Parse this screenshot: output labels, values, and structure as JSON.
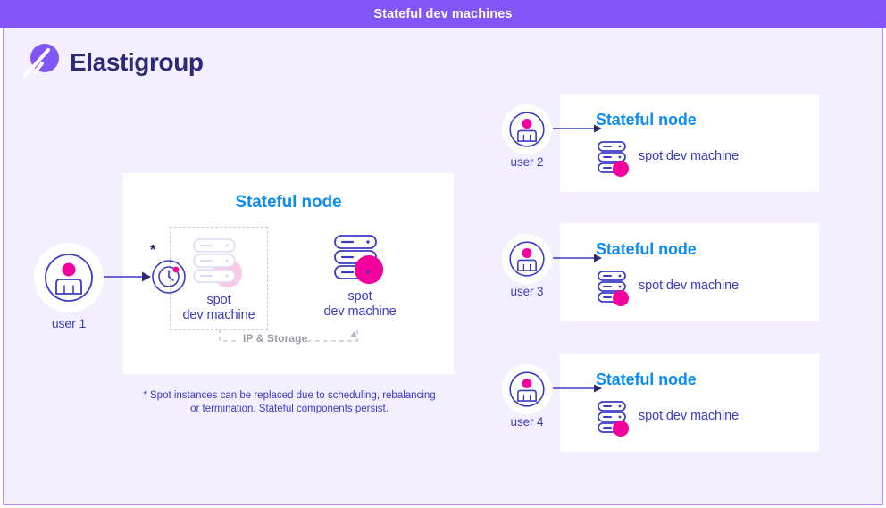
{
  "header": {
    "title": "Stateful dev machines",
    "bg_color": "#8455f6",
    "text_color": "#ffffff"
  },
  "brand": {
    "name": "Elastigroup",
    "logo_icon": "elastigroup-comet-logo",
    "mark_color": "#8455f6",
    "word_color": "#2b2a74"
  },
  "colors": {
    "canvas_bg": "#f4efff",
    "canvas_border": "#b88dfb",
    "card_bg": "#ffffff",
    "accent_blue": "#0d8bf5",
    "navy": "#3b3bc4",
    "magenta": "#f4009c",
    "magenta_faded": "#fbc8e6",
    "gray": "#9b9bab",
    "dash_gray": "#c9c9d6"
  },
  "main_card": {
    "title": "Stateful node",
    "machines": [
      {
        "icon": "server-stack-icon",
        "label_line1": "spot",
        "label_line2": "dev machine",
        "state": "replaced-faded"
      },
      {
        "icon": "server-stack-icon",
        "label_line1": "spot",
        "label_line2": "dev machine",
        "state": "active"
      }
    ],
    "clock_icon": "clock-icon",
    "asterisk_marker": "*",
    "bracket_label": "IP & Storage",
    "footnote_line1": "* Spot instances can be replaced due to scheduling, rebalancing",
    "footnote_line2": "or termination. Stateful components persist."
  },
  "primary_user": {
    "icon": "user-avatar-icon",
    "label": "user 1"
  },
  "right_rows": [
    {
      "user": {
        "icon": "user-avatar-icon",
        "label": "user 2"
      },
      "arrow": "arrow-right-icon",
      "card": {
        "title": "Stateful node",
        "icon": "server-stack-icon",
        "label": "spot dev machine"
      }
    },
    {
      "user": {
        "icon": "user-avatar-icon",
        "label": "user 3"
      },
      "arrow": "arrow-right-icon",
      "card": {
        "title": "Stateful node",
        "icon": "server-stack-icon",
        "label": "spot dev machine"
      }
    },
    {
      "user": {
        "icon": "user-avatar-icon",
        "label": "user 4"
      },
      "arrow": "arrow-right-icon",
      "card": {
        "title": "Stateful node",
        "icon": "server-stack-icon",
        "label": "spot dev machine"
      }
    }
  ]
}
